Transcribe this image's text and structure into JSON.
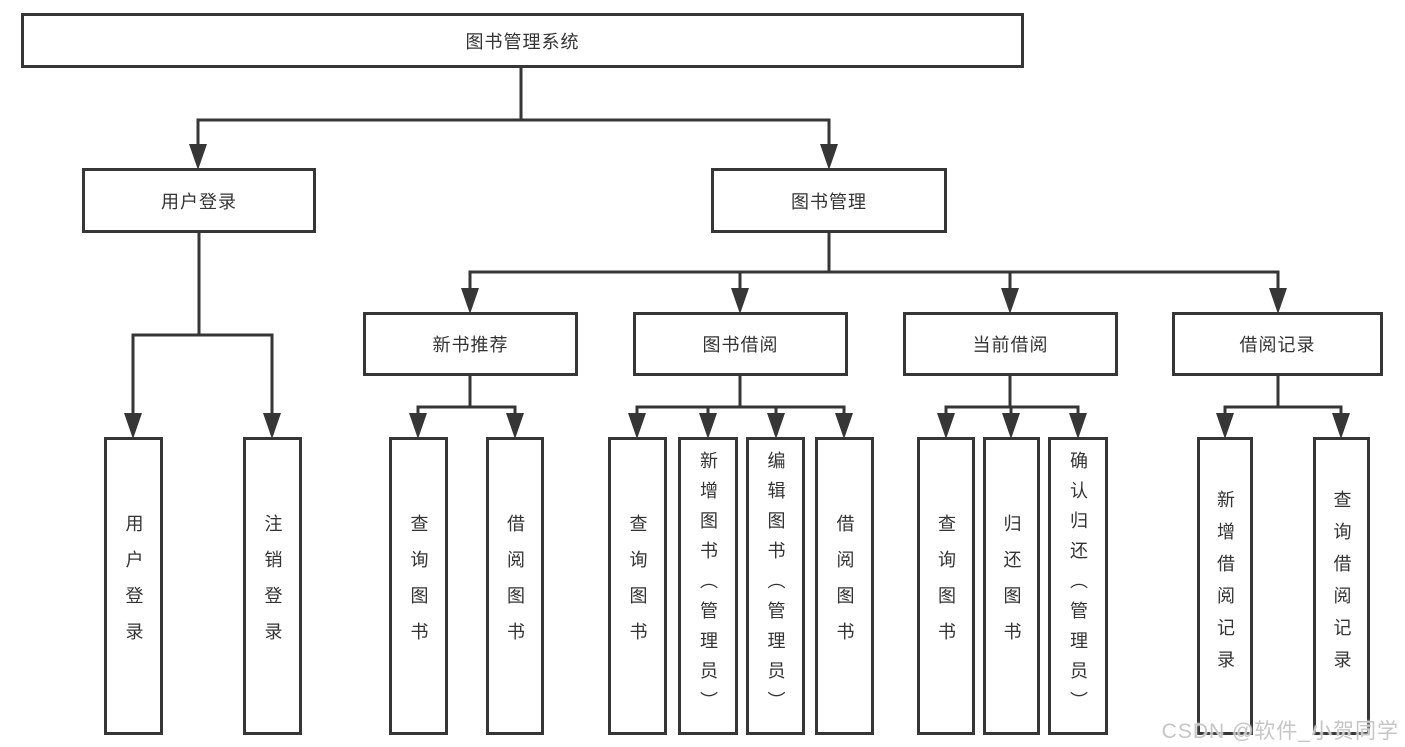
{
  "diagram": {
    "type": "hierarchy-tree",
    "colors": {
      "line": "#363636",
      "text": "#333333",
      "background": "#ffffff",
      "watermark": "#c6c6c6"
    },
    "tree": {
      "root": "图书管理系统",
      "branches": [
        {
          "label": "用户登录",
          "children": [
            {
              "label": "用户登录"
            },
            {
              "label": "注销登录"
            }
          ]
        },
        {
          "label": "图书管理",
          "children": [
            {
              "label": "新书推荐",
              "children": [
                {
                  "label": "查询图书"
                },
                {
                  "label": "借阅图书"
                }
              ]
            },
            {
              "label": "图书借阅",
              "children": [
                {
                  "label": "查询图书"
                },
                {
                  "label": "新增图书（管理员）"
                },
                {
                  "label": "编辑图书（管理员）"
                },
                {
                  "label": "借阅图书"
                }
              ]
            },
            {
              "label": "当前借阅",
              "children": [
                {
                  "label": "查询图书"
                },
                {
                  "label": "归还图书"
                },
                {
                  "label": "确认归还（管理员）"
                }
              ]
            },
            {
              "label": "借阅记录",
              "children": [
                {
                  "label": "新增借阅记录"
                },
                {
                  "label": "查询借阅记录"
                }
              ]
            }
          ]
        }
      ]
    }
  },
  "watermark": {
    "text": "CSDN @软件_小贺同学"
  }
}
